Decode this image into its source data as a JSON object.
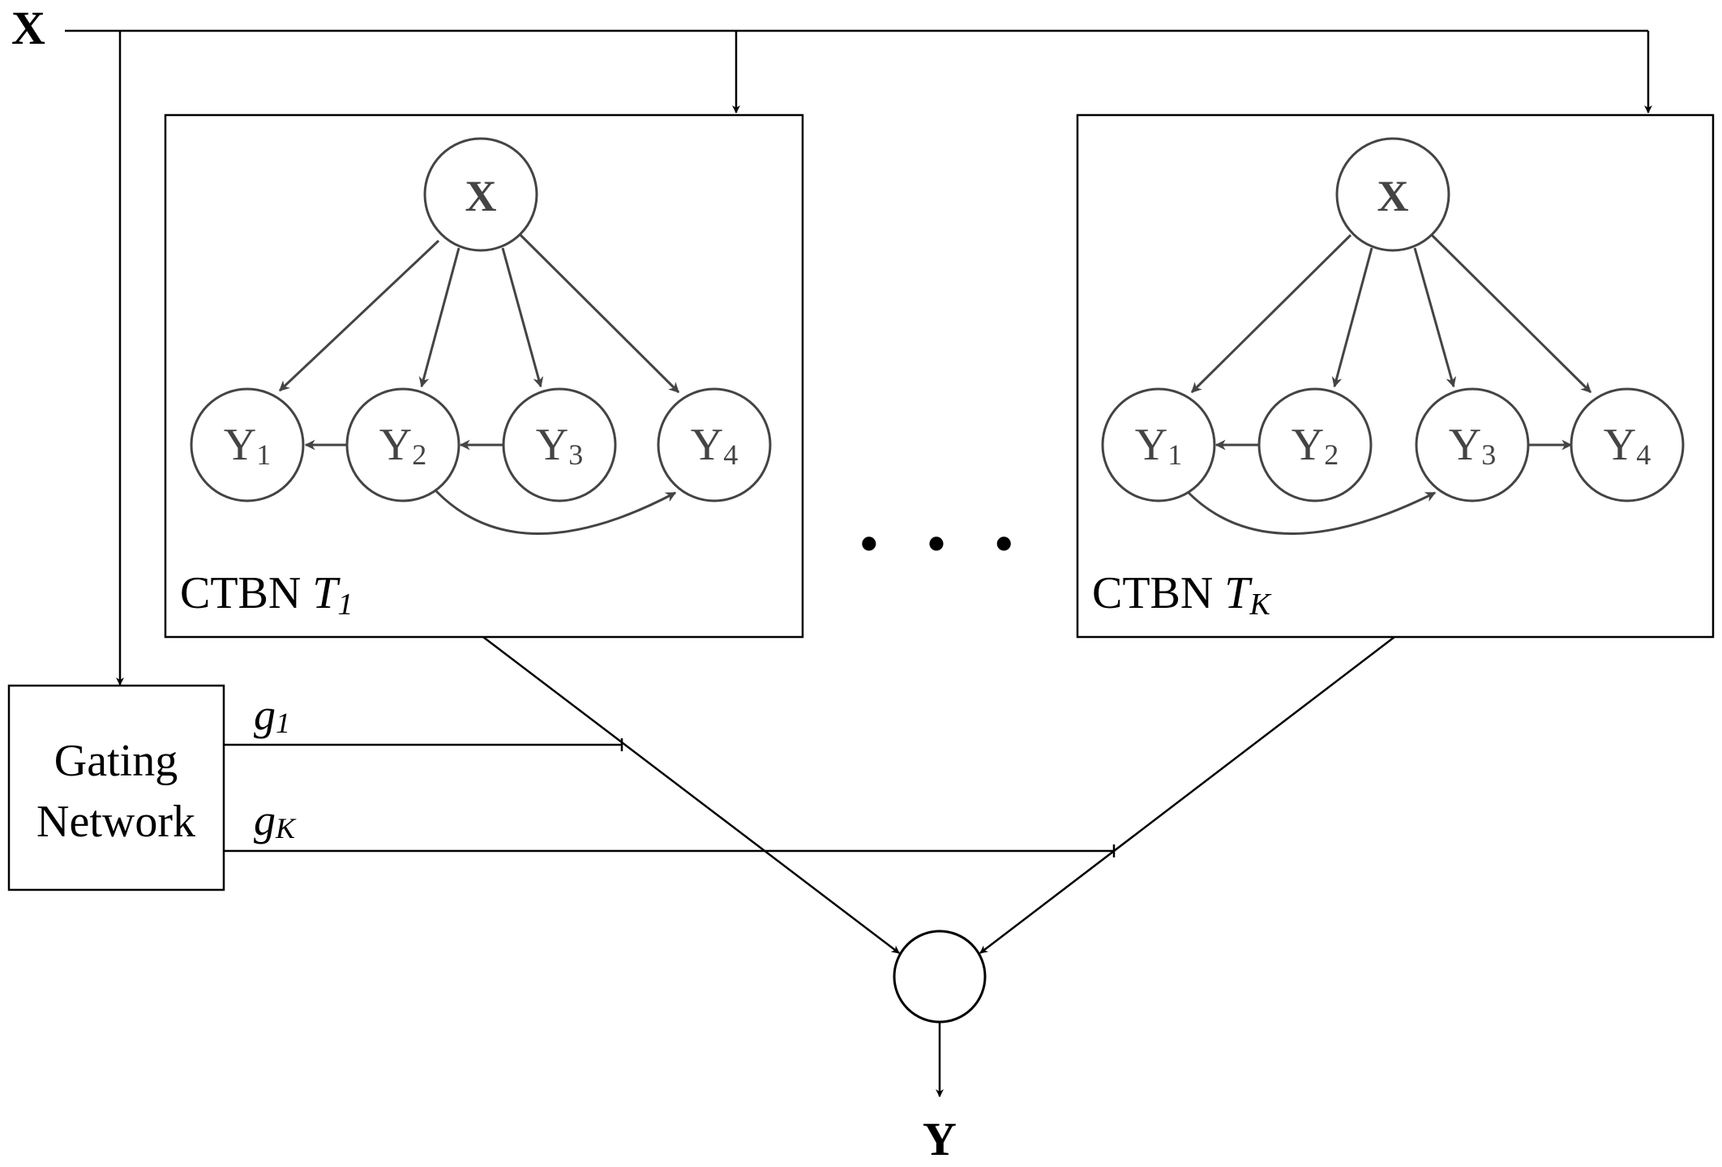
{
  "input_label": "X",
  "output_label": "Y",
  "gating_network": {
    "line1": "Gating",
    "line2": "Network"
  },
  "weights": [
    {
      "base": "g",
      "sub": "1"
    },
    {
      "base": "g",
      "sub": "K"
    }
  ],
  "ellipsis": "• • •",
  "ctbns": [
    {
      "label": "CTBN ",
      "tree_label": {
        "base": "T",
        "sub": "1"
      },
      "root": "X",
      "nodes": [
        {
          "base": "Y",
          "sub": "1"
        },
        {
          "base": "Y",
          "sub": "2"
        },
        {
          "base": "Y",
          "sub": "3"
        },
        {
          "base": "Y",
          "sub": "4"
        }
      ],
      "edges": [
        [
          "X",
          "Y1"
        ],
        [
          "X",
          "Y2"
        ],
        [
          "X",
          "Y3"
        ],
        [
          "X",
          "Y4"
        ],
        [
          "Y2",
          "Y1"
        ],
        [
          "Y3",
          "Y2"
        ],
        [
          "Y2",
          "Y4"
        ]
      ]
    },
    {
      "label": "CTBN ",
      "tree_label": {
        "base": "T",
        "sub": "K"
      },
      "root": "X",
      "nodes": [
        {
          "base": "Y",
          "sub": "1"
        },
        {
          "base": "Y",
          "sub": "2"
        },
        {
          "base": "Y",
          "sub": "3"
        },
        {
          "base": "Y",
          "sub": "4"
        }
      ],
      "edges": [
        [
          "X",
          "Y1"
        ],
        [
          "X",
          "Y2"
        ],
        [
          "X",
          "Y3"
        ],
        [
          "X",
          "Y4"
        ],
        [
          "Y2",
          "Y1"
        ],
        [
          "Y3",
          "Y4"
        ],
        [
          "Y1",
          "Y3"
        ]
      ]
    }
  ],
  "colors": {
    "main": "#000000",
    "inner": "#444444"
  }
}
